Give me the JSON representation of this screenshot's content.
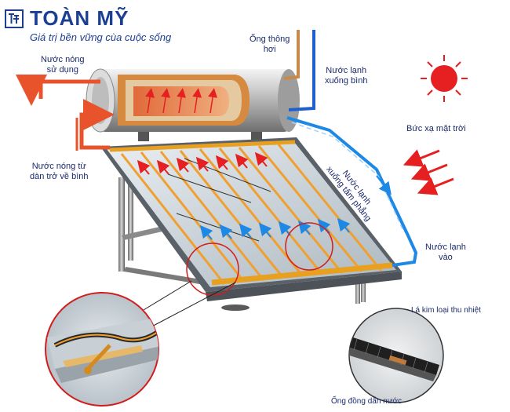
{
  "brand": {
    "name": "TOÀN MỸ",
    "slogan": "Giá trị bền vững cùa cuộc sống"
  },
  "labels": {
    "hot_water_use": [
      "Nước nóng",
      "sử dụng"
    ],
    "vent_pipe": [
      "Ống thông",
      "hơi"
    ],
    "cold_to_tank": [
      "Nước lạnh",
      "xuống bình"
    ],
    "hot_water_from_panel": [
      "Nước nóng từ",
      "dàn trở về bình"
    ],
    "solar_radiation": "Bức xạ mặt trời",
    "cold_to_panel": [
      "Nước lạnh",
      "xuống tấm phẳng"
    ],
    "cold_in": [
      "Nước lạnh",
      "vào"
    ],
    "fin": "Lá kim loại thu nhiệt",
    "copper_pipe": "Ống đồng dẫn nước"
  },
  "colors": {
    "brand": "#1b3f93",
    "hot": "#e8532b",
    "cold": "#1e88e5",
    "sun": "#e62020",
    "copper": "#f0a030",
    "label_text": "#1a2a6c"
  }
}
